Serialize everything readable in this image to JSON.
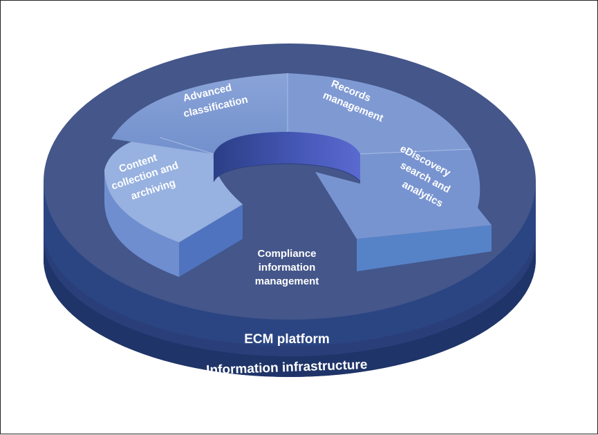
{
  "segments": {
    "content_collection": [
      "Content",
      "collection and",
      "archiving"
    ],
    "advanced_classification": [
      "Advanced",
      "classification"
    ],
    "records_management": [
      "Records",
      "management"
    ],
    "ediscovery": [
      "eDiscovery",
      "search and",
      "analytics"
    ]
  },
  "center_label": [
    "Compliance",
    "information",
    "management"
  ],
  "rings": {
    "ecm_platform": "ECM platform",
    "information_infrastructure": "Information infrastructure"
  },
  "colors": {
    "base_dark": "#233a72",
    "base_top": "#44568a",
    "ring_mid": "#2f4a86",
    "segment_top": "#7b97d0",
    "segment_light": "#97b1e0",
    "segment_side": "#5a7cc2",
    "hole_inner": "#3d55a8"
  }
}
